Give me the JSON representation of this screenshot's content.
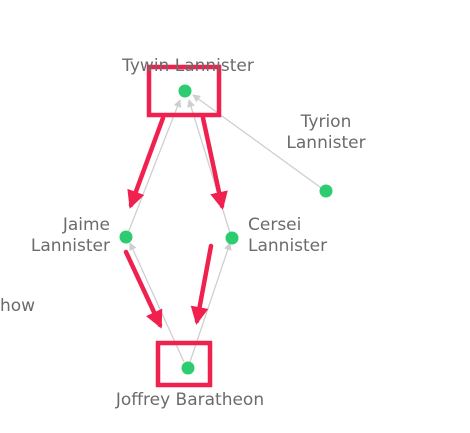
{
  "graph": {
    "nodes": {
      "tywin": {
        "label": "Tywin Lannister"
      },
      "tyrion": {
        "label_line1": "Tyrion",
        "label_line2": "Lannister"
      },
      "jaime": {
        "label_line1": "Jaime",
        "label_line2": "Lannister"
      },
      "cersei": {
        "label_line1": "Cersei",
        "label_line2": "Lannister"
      },
      "joffrey": {
        "label": "Joffrey Baratheon"
      }
    },
    "partial_label": "how",
    "colors": {
      "node": "#2ecc71",
      "edge": "#cfcfcf",
      "highlight": "#f0204f",
      "text": "#6b6b6b"
    }
  }
}
